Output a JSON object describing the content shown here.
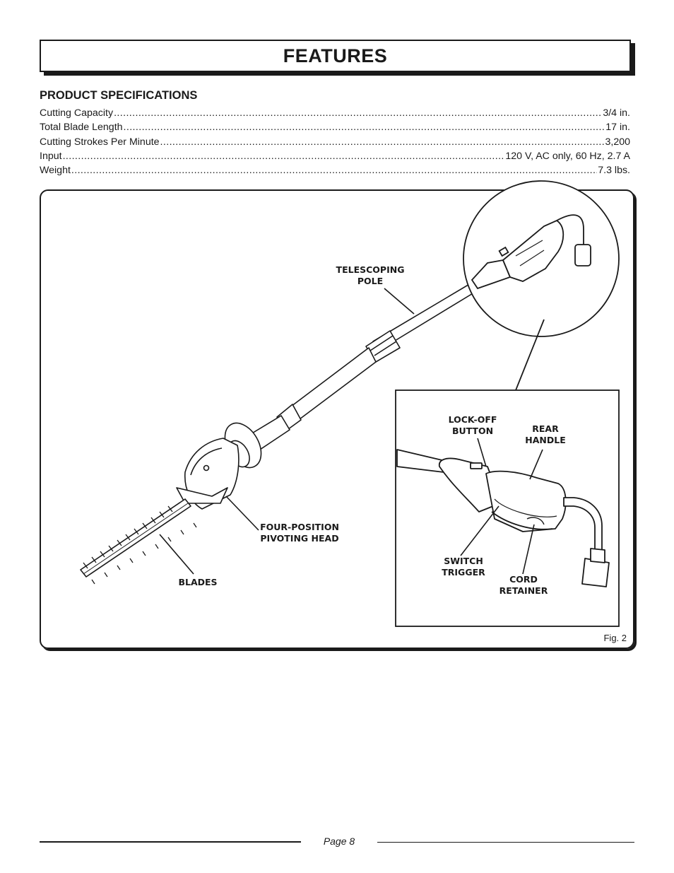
{
  "header": {
    "title": "FEATURES"
  },
  "specifications": {
    "heading": "PRODUCT SPECIFICATIONS",
    "rows": [
      {
        "label": "Cutting Capacity",
        "value": "3/4 in."
      },
      {
        "label": "Total Blade Length",
        "value": "17 in."
      },
      {
        "label": "Cutting Strokes Per Minute ",
        "value": " 3,200"
      },
      {
        "label": "Input ",
        "value": "120 V, AC only, 60 Hz, 2.7 A"
      },
      {
        "label": "Weight ",
        "value": "7.3 lbs."
      }
    ]
  },
  "figure": {
    "label": "Fig. 2",
    "callouts": {
      "telescoping_pole": "TELESCOPING\nPOLE",
      "four_position_head": "FOUR-POSITION\nPIVOTING HEAD",
      "blades": "BLADES",
      "lock_off_button": "LOCK-OFF\nBUTTON",
      "rear_handle": "REAR\nHANDLE",
      "switch_trigger": "SWITCH\nTRIGGER",
      "cord_retainer": "CORD\nRETAINER"
    }
  },
  "footer": {
    "page": "Page 8"
  }
}
